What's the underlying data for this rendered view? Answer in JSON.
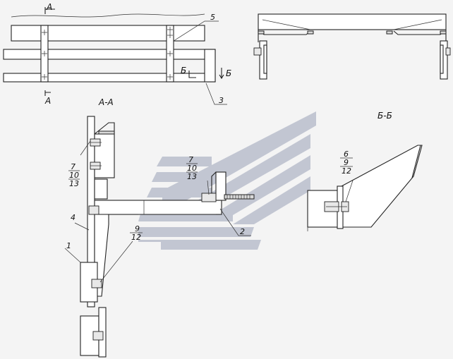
{
  "section_cuts": {
    "a_top": "А",
    "a_bottom": "А",
    "b_marker": "Б",
    "b_arrow": "Б"
  },
  "section_titles": {
    "a_a": "А-А",
    "b_b": "Б-Б"
  },
  "callouts": {
    "part_5": "5",
    "part_3": "3",
    "part_4": "4",
    "part_1": "1",
    "part_2": "2",
    "stack_left": [
      "7",
      "10",
      "13"
    ],
    "stack_center": [
      "7",
      "10",
      "13"
    ],
    "stack_lower": [
      "9",
      "12"
    ],
    "stack_bb": [
      "6",
      "9",
      "12"
    ]
  },
  "colors": {
    "background": "#f4f4f4",
    "line": "#222222",
    "watermark": "#9aa2b8"
  }
}
